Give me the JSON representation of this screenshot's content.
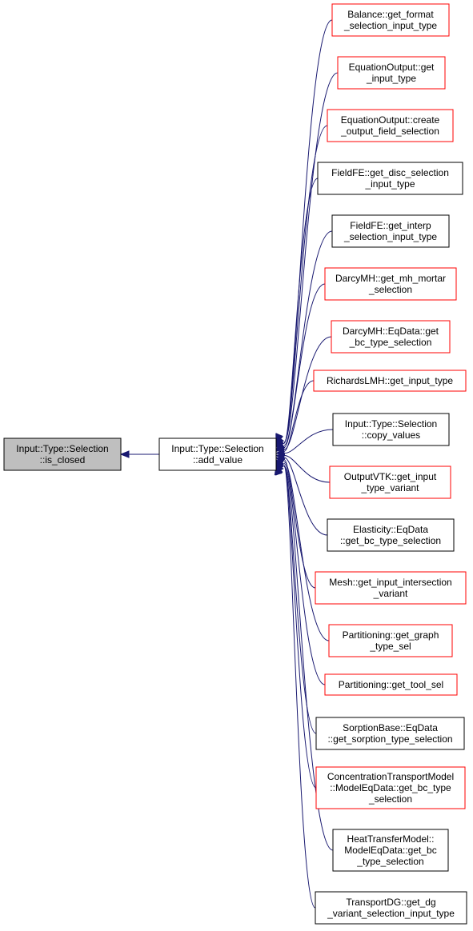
{
  "colors": {
    "edge": "#191970",
    "root_fill": "#bfbfbf",
    "border_black": "#000000",
    "border_red": "#ff0000"
  },
  "nodes": [
    {
      "id": "is_closed",
      "lines": [
        "Input::Type::Selection",
        "::is_closed"
      ],
      "border": "black",
      "root": true
    },
    {
      "id": "add_value",
      "lines": [
        "Input::Type::Selection",
        "::add_value"
      ],
      "border": "black"
    },
    {
      "id": "balance",
      "lines": [
        "Balance::get_format",
        "_selection_input_type"
      ],
      "border": "red"
    },
    {
      "id": "eqout_get",
      "lines": [
        "EquationOutput::get",
        "_input_type"
      ],
      "border": "red"
    },
    {
      "id": "eqout_create",
      "lines": [
        "EquationOutput::create",
        "_output_field_selection"
      ],
      "border": "red"
    },
    {
      "id": "fieldfe_disc",
      "lines": [
        "FieldFE::get_disc_selection",
        "_input_type"
      ],
      "border": "black"
    },
    {
      "id": "fieldfe_interp",
      "lines": [
        "FieldFE::get_interp",
        "_selection_input_type"
      ],
      "border": "black"
    },
    {
      "id": "darcy_mortar",
      "lines": [
        "DarcyMH::get_mh_mortar",
        "_selection"
      ],
      "border": "red"
    },
    {
      "id": "darcy_bc",
      "lines": [
        "DarcyMH::EqData::get",
        "_bc_type_selection"
      ],
      "border": "red"
    },
    {
      "id": "richards",
      "lines": [
        "RichardsLMH::get_input_type"
      ],
      "border": "red"
    },
    {
      "id": "copy_values",
      "lines": [
        "Input::Type::Selection",
        "::copy_values"
      ],
      "border": "black"
    },
    {
      "id": "outputvtk",
      "lines": [
        "OutputVTK::get_input",
        "_type_variant"
      ],
      "border": "red"
    },
    {
      "id": "elasticity",
      "lines": [
        "Elasticity::EqData",
        "::get_bc_type_selection"
      ],
      "border": "black"
    },
    {
      "id": "mesh",
      "lines": [
        "Mesh::get_input_intersection",
        "_variant"
      ],
      "border": "red"
    },
    {
      "id": "part_graph",
      "lines": [
        "Partitioning::get_graph",
        "_type_sel"
      ],
      "border": "red"
    },
    {
      "id": "part_tool",
      "lines": [
        "Partitioning::get_tool_sel"
      ],
      "border": "red"
    },
    {
      "id": "sorption",
      "lines": [
        "SorptionBase::EqData",
        "::get_sorption_type_selection"
      ],
      "border": "black"
    },
    {
      "id": "conc",
      "lines": [
        "ConcentrationTransportModel",
        "::ModelEqData::get_bc_type",
        "_selection"
      ],
      "border": "red"
    },
    {
      "id": "heat",
      "lines": [
        "HeatTransferModel::",
        "ModelEqData::get_bc",
        "_type_selection"
      ],
      "border": "black"
    },
    {
      "id": "transportdg",
      "lines": [
        "TransportDG::get_dg",
        "_variant_selection_input_type"
      ],
      "border": "black"
    }
  ],
  "edges": [
    {
      "from": "add_value",
      "to": "is_closed"
    },
    {
      "from": "balance",
      "to": "add_value"
    },
    {
      "from": "eqout_get",
      "to": "add_value"
    },
    {
      "from": "eqout_create",
      "to": "add_value"
    },
    {
      "from": "fieldfe_disc",
      "to": "add_value"
    },
    {
      "from": "fieldfe_interp",
      "to": "add_value"
    },
    {
      "from": "darcy_mortar",
      "to": "add_value"
    },
    {
      "from": "darcy_bc",
      "to": "add_value"
    },
    {
      "from": "richards",
      "to": "add_value"
    },
    {
      "from": "copy_values",
      "to": "add_value"
    },
    {
      "from": "outputvtk",
      "to": "add_value"
    },
    {
      "from": "elasticity",
      "to": "add_value"
    },
    {
      "from": "mesh",
      "to": "add_value"
    },
    {
      "from": "part_graph",
      "to": "add_value"
    },
    {
      "from": "part_tool",
      "to": "add_value"
    },
    {
      "from": "sorption",
      "to": "add_value"
    },
    {
      "from": "conc",
      "to": "add_value"
    },
    {
      "from": "heat",
      "to": "add_value"
    },
    {
      "from": "transportdg",
      "to": "add_value"
    }
  ]
}
